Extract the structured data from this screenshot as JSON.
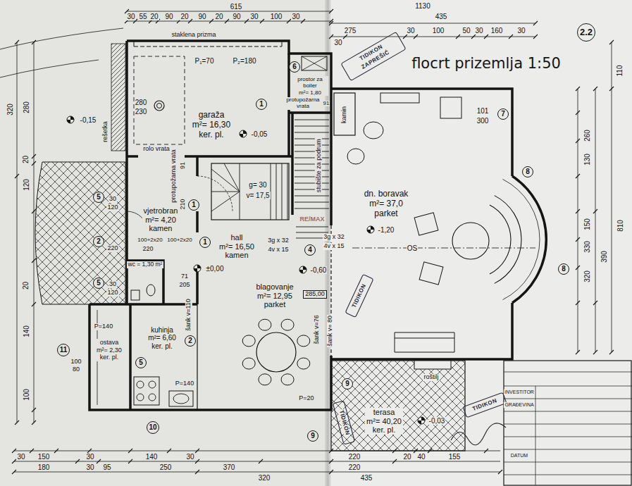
{
  "diagram": {
    "title": "flocrt prizemlja 1:50",
    "nodes": [
      {
        "text": [
          "garaža",
          "m²= 16,30",
          "ker. pl."
        ]
      },
      {
        "text": [
          "prostor za boiler",
          "m²= 1,80"
        ]
      },
      {
        "text": [
          "stubište za podrum"
        ]
      },
      {
        "text": [
          "vjetrobran",
          "m²= 4,20",
          "kamen"
        ]
      },
      {
        "text": [
          "hall",
          "m²= 16,50",
          "kamen"
        ]
      },
      {
        "text": [
          "wc = 1,30 m²"
        ]
      },
      {
        "text": [
          "ostava",
          "m²= 2,30",
          "ker. pl."
        ]
      },
      {
        "text": [
          "kuhinja",
          "m²= 6,60",
          "ker. pl."
        ]
      },
      {
        "text": [
          "blagovanje",
          "m²= 12,95",
          "parket"
        ]
      },
      {
        "text": [
          "dn. boravak",
          "m²= 37,0",
          "parket"
        ]
      },
      {
        "text": [
          "terasa",
          "m²= 40,20",
          "ker. pl."
        ]
      }
    ],
    "labels": [
      "615",
      "1130",
      "30",
      "55",
      "20",
      "90",
      "20",
      "90",
      "20",
      "90",
      "30",
      "100",
      "30",
      "435",
      "275",
      "30",
      "30",
      "100",
      "50",
      "30",
      "160",
      "30",
      "staklena prizma",
      "P₁=70",
      "P₂=180",
      "6",
      "protupožarna vrata",
      "91",
      "1",
      "280",
      "230",
      "-0,15",
      "-0,05",
      "rešetka",
      "rolo vrata",
      "protupožarna vrata",
      "91",
      "210",
      "1",
      "g= 30",
      "v= 17,5",
      "5",
      "30",
      "120",
      "2",
      "100+2x20",
      "100+2x20",
      "220",
      "220",
      "1",
      "3g x 32",
      "4v x 15",
      "4",
      "3g x 32",
      "4v x 15",
      "±0,00",
      "-0,60",
      "5",
      "30",
      "120",
      "71",
      "205",
      "285,00",
      "šank v=110",
      "šank v=76",
      "šank v= 80",
      "P=140",
      "2",
      "11",
      "100",
      "80",
      "5",
      "P=140",
      "P=20",
      "10",
      "9",
      "9",
      "kamin",
      "101",
      "300",
      "7",
      "8",
      "8",
      "-1,20",
      "OS",
      "roštilj",
      "-0,03",
      "2.2",
      "RE/MAX",
      "TIDIKON",
      "ZAPREŠIĆ",
      "TIDIKON",
      "TIDIKON",
      "TIDIKON",
      "INVESTITOR",
      "GRAĐEVINA",
      "DATUM",
      "320",
      "280",
      "20",
      "120",
      "20",
      "140",
      "100",
      "110",
      "260",
      "130",
      "150",
      "330",
      "320",
      "390",
      "810",
      "30",
      "150",
      "30",
      "140",
      "30",
      "220",
      "20",
      "40",
      "155",
      "180",
      "30",
      "95",
      "250",
      "370",
      "220",
      "320",
      "435"
    ]
  }
}
